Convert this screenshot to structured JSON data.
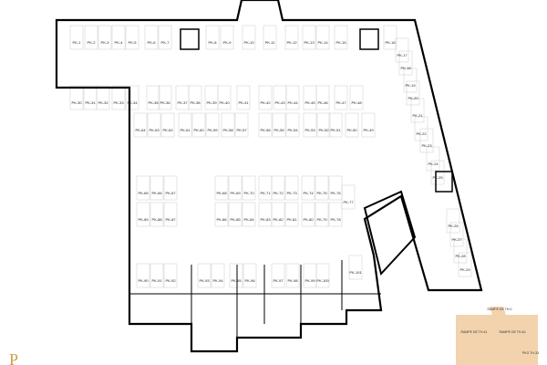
{
  "plan": {
    "parking_spaces": [
      "PK-1",
      "PK-2",
      "PK-3",
      "PK-4",
      "PK-5",
      "PK-6",
      "PK-7",
      "PK-8",
      "PK-9",
      "PK-10",
      "PK-11",
      "PK-12",
      "PK-13",
      "PK-14",
      "PK-15",
      "PK-16",
      "PK-17",
      "PK-18",
      "PK-19",
      "PK-20",
      "PK-21",
      "PK-22",
      "PK-23",
      "PK-24",
      "PK-25",
      "PK-26",
      "PK-27",
      "PK-28",
      "PK-29",
      "PK-30",
      "PK-31",
      "PK-32",
      "PK-33",
      "PK-34",
      "PK-35",
      "PK-36",
      "PK-37",
      "PK-38",
      "PK-39",
      "PK-40",
      "PK-41",
      "PK-42",
      "PK-43",
      "PK-44",
      "PK-45",
      "PK-46",
      "PK-47",
      "PK-48",
      "PK-49",
      "PK-50",
      "PK-51",
      "PK-52",
      "PK-53",
      "PK-54",
      "PK-55",
      "PK-56",
      "PK-57",
      "PK-58",
      "PK-59",
      "PK-60",
      "PK-61",
      "PK-62",
      "PK-63",
      "PK-64",
      "PK-65",
      "PK-66",
      "PK-67",
      "PK-68",
      "PK-69",
      "PK-70",
      "PK-71",
      "PK-72",
      "PK-73",
      "PK-74",
      "PK-75",
      "PK-76",
      "PK-77",
      "PK-78",
      "PK-79",
      "PK-80",
      "PK-81",
      "PK-82",
      "PK-83",
      "PK-84",
      "PK-85",
      "PK-86",
      "PK-87",
      "PK-88",
      "PK-89",
      "PK-90",
      "PK-91",
      "PK-92",
      "PK-93",
      "PK-94",
      "PK-95",
      "PK-96",
      "PK-97",
      "PK-98",
      "PK-99",
      "PK-100",
      "PK-101"
    ],
    "zones": [
      "RAMPE DE TH-0",
      "RAMPE DE TH-41",
      "RAMPE DE TH-40",
      "PKG TH-33"
    ],
    "logo_letter": "P",
    "colors": {
      "wall": "#000000",
      "zone_fill": "#f2d3ad",
      "logo": "#c9a24a"
    }
  }
}
